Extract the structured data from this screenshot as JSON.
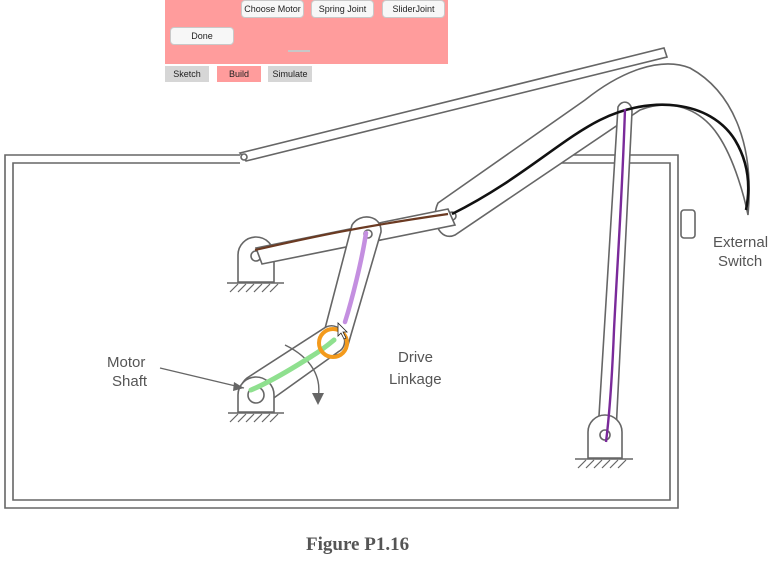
{
  "toolbar": {
    "buttons": {
      "choose_motor": "Choose Motor",
      "spring_joint": "Spring Joint",
      "slider_joint": "SliderJoint",
      "done": "Done"
    },
    "tabs": {
      "sketch": "Sketch",
      "build": "Build",
      "simulate": "Simulate"
    },
    "active_tab": "Build"
  },
  "figure": {
    "labels": {
      "external": "External",
      "switch": "Switch",
      "motor": "Motor",
      "shaft": "Shaft",
      "drive": "Drive",
      "linkage": "Linkage"
    },
    "caption": "Figure P1.16"
  },
  "colors": {
    "panel": "#ff9c9c",
    "tab_active": "#ff9c9c",
    "tab_inactive": "#d6d6d6",
    "stroke_brown": "#6b3a22",
    "stroke_purple": "#7a2a9a",
    "stroke_violet": "#c48fe0",
    "stroke_green": "#8fe08f",
    "stroke_orange": "#f39a1c",
    "stroke_black": "#111111"
  }
}
